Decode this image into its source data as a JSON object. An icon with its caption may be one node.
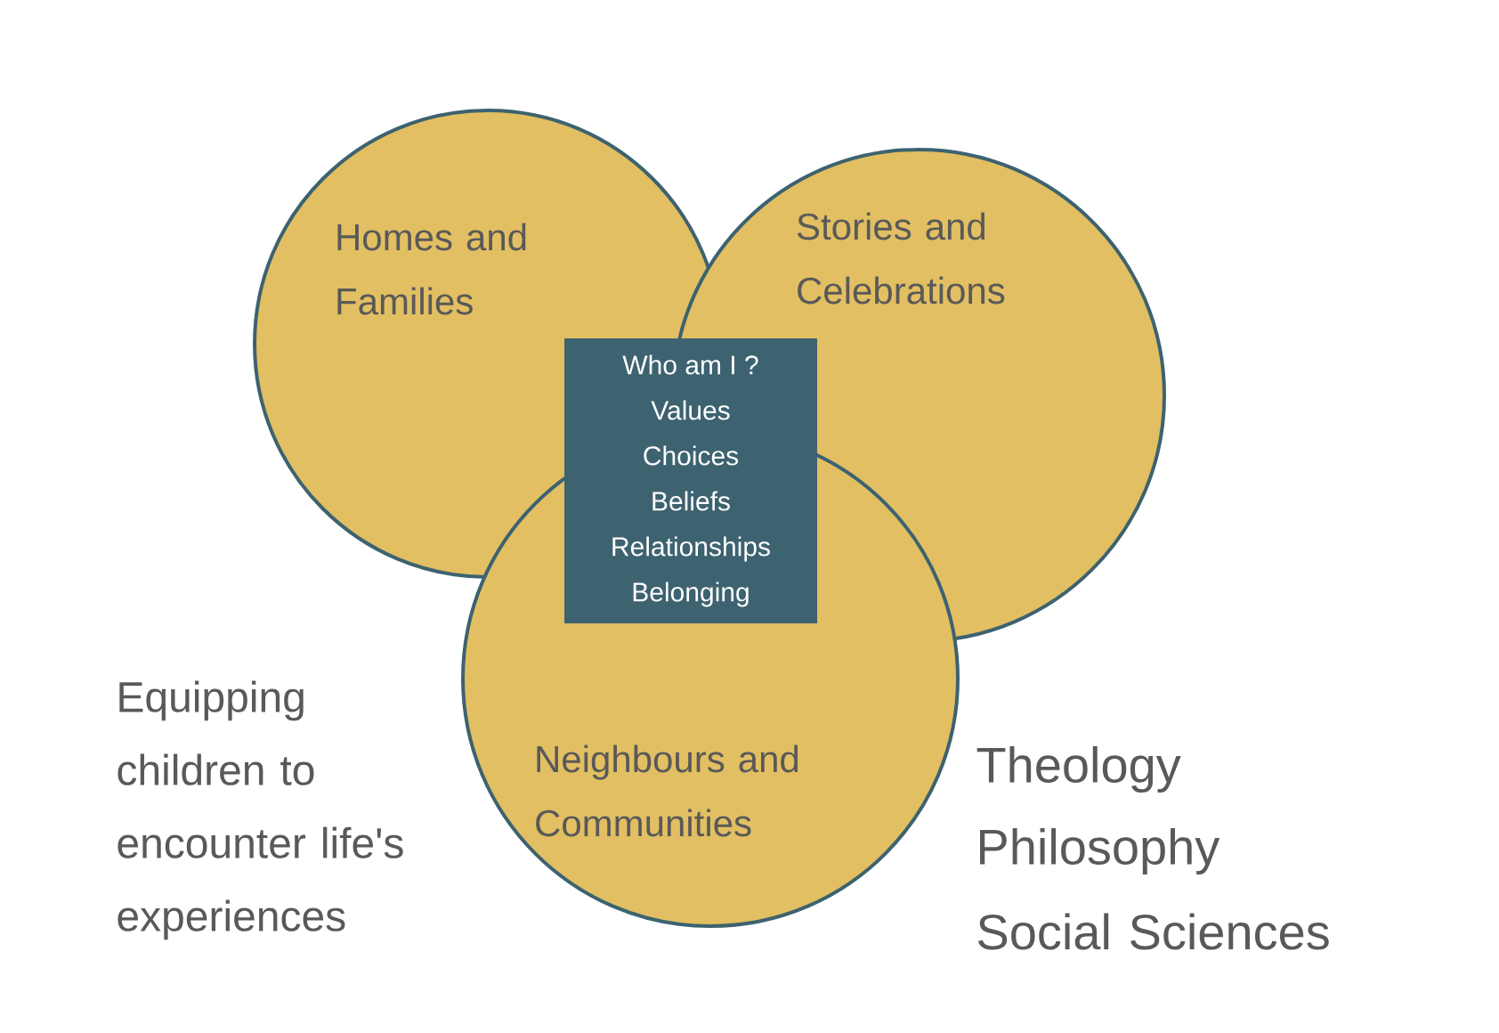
{
  "diagram": {
    "nodes": [
      {
        "text": [
          "Homes and Families"
        ]
      },
      {
        "text": [
          "Stories and Celebrations"
        ]
      },
      {
        "text": [
          "Neighbours and Communities"
        ]
      },
      {
        "text": [
          "Who am I ?",
          "Values",
          "Choices",
          "Beliefs",
          "Relationships",
          "Belonging"
        ]
      }
    ],
    "labels": [
      "Equipping children to encounter life's experiences",
      "Theology",
      "Philosophy",
      "Social Sciences"
    ]
  }
}
